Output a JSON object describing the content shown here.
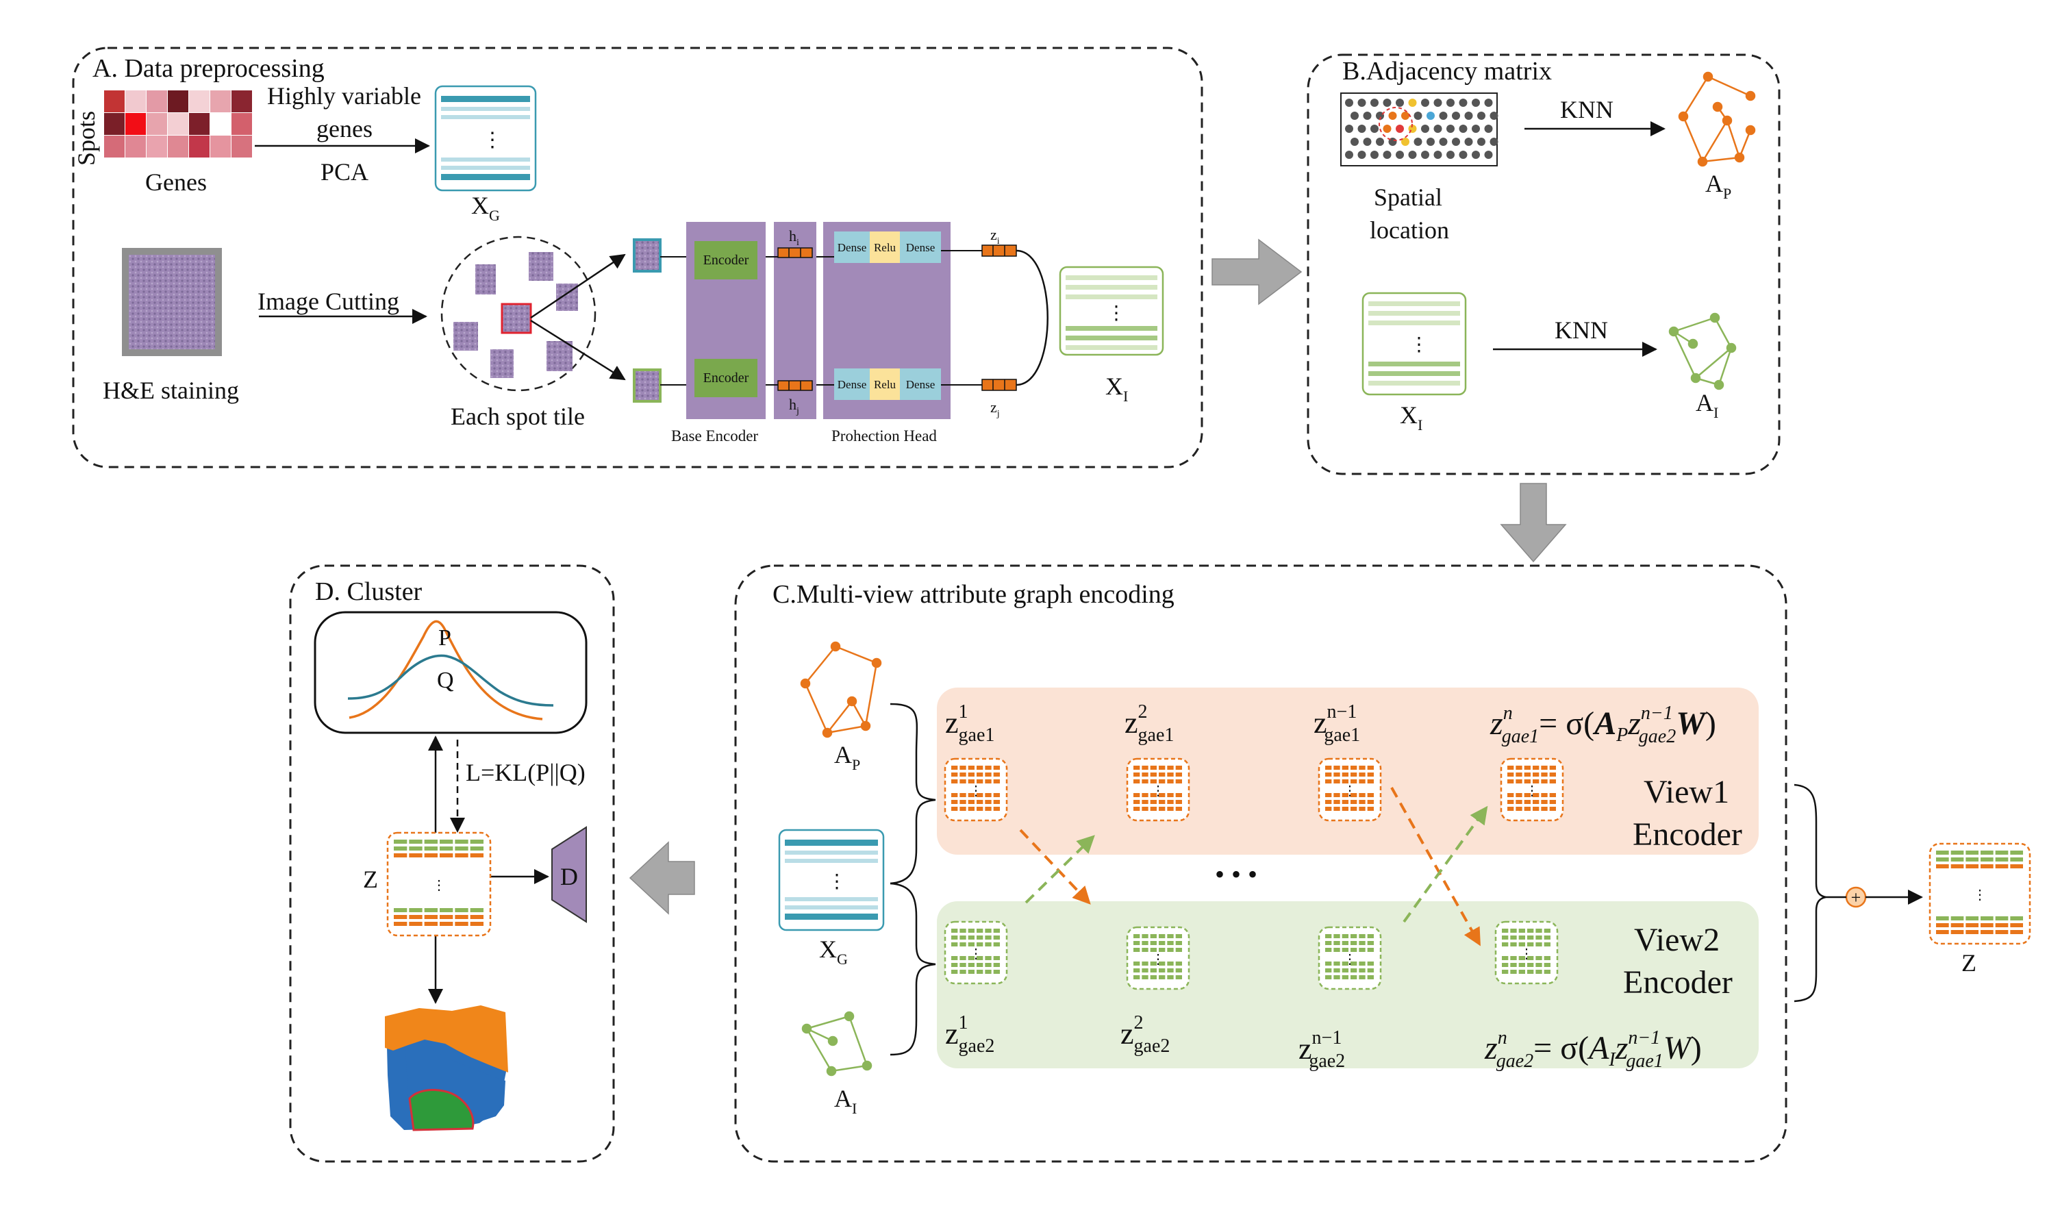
{
  "panels": {
    "a": {
      "title": "A. Data preprocessing",
      "spots_label": "Spots",
      "genes_label": "Genes",
      "hvg_label_line1": "Highly variable",
      "hvg_label_line2": "genes",
      "pca_label": "PCA",
      "xg_label": "X",
      "xg_sub": "G",
      "he_label": "H&E staining",
      "image_cutting_label": "Image Cutting",
      "spot_tile_label": "Each spot tile",
      "encoder_label": "Encoder",
      "hi_label": "h",
      "hi_sub": "i",
      "hj_label": "h",
      "hj_sub": "j",
      "zi_label": "z",
      "zi_sub": "i",
      "zj_label": "z",
      "zj_sub": "j",
      "dense_label": "Dense",
      "relu_label": "Relu",
      "base_encoder_label": "Base Encoder",
      "projection_head_label": "Prohection Head",
      "xi_label": "X",
      "xi_sub": "I",
      "ellipsis": "⋮"
    },
    "b": {
      "title": "B.Adjacency matrix",
      "knn_label": "KNN",
      "spatial_line1": "Spatial",
      "spatial_line2": "location",
      "ap_label": "A",
      "ap_sub": "P",
      "xi_label": "X",
      "xi_sub": "I",
      "ai_label": "A",
      "ai_sub": "I"
    },
    "c": {
      "title": "C.Multi-view attribute graph encoding",
      "ap_label": "A",
      "ap_sub": "P",
      "xg_label": "X",
      "xg_sub": "G",
      "ai_label": "A",
      "ai_sub": "I",
      "z_base": "z",
      "gae1": "gae1",
      "gae2": "gae2",
      "sup1": "1",
      "sup2": "2",
      "supn1": "n−1",
      "supn": "n",
      "dots": "• • •",
      "view1_line1": "View1",
      "view1_line2": "Encoder",
      "view2_line1": "View2",
      "view2_line2": "Encoder",
      "eq_eq_sigma": "= σ(",
      "eq_A": "A",
      "eq_P": "P",
      "eq_I": "I",
      "eq_W": "W",
      "eq_close": ")",
      "out_label": "Z",
      "plus": "+"
    },
    "d": {
      "title": "D. Cluster",
      "p_label": "P",
      "q_label": "Q",
      "loss_label": "L=KL(P||Q)",
      "z_label": "Z",
      "d_label": "D"
    }
  },
  "colors": {
    "orange": "#e8751a",
    "green": "#8bb559",
    "purple_block": "#a28ab8",
    "encoder_green": "#7aa84d",
    "teal": "#3a9ab0",
    "view1_bg": "#fbe3d5",
    "view2_bg": "#e5efda",
    "gray_arrow": "#a8a8a8",
    "hv_red": "#c23434"
  }
}
